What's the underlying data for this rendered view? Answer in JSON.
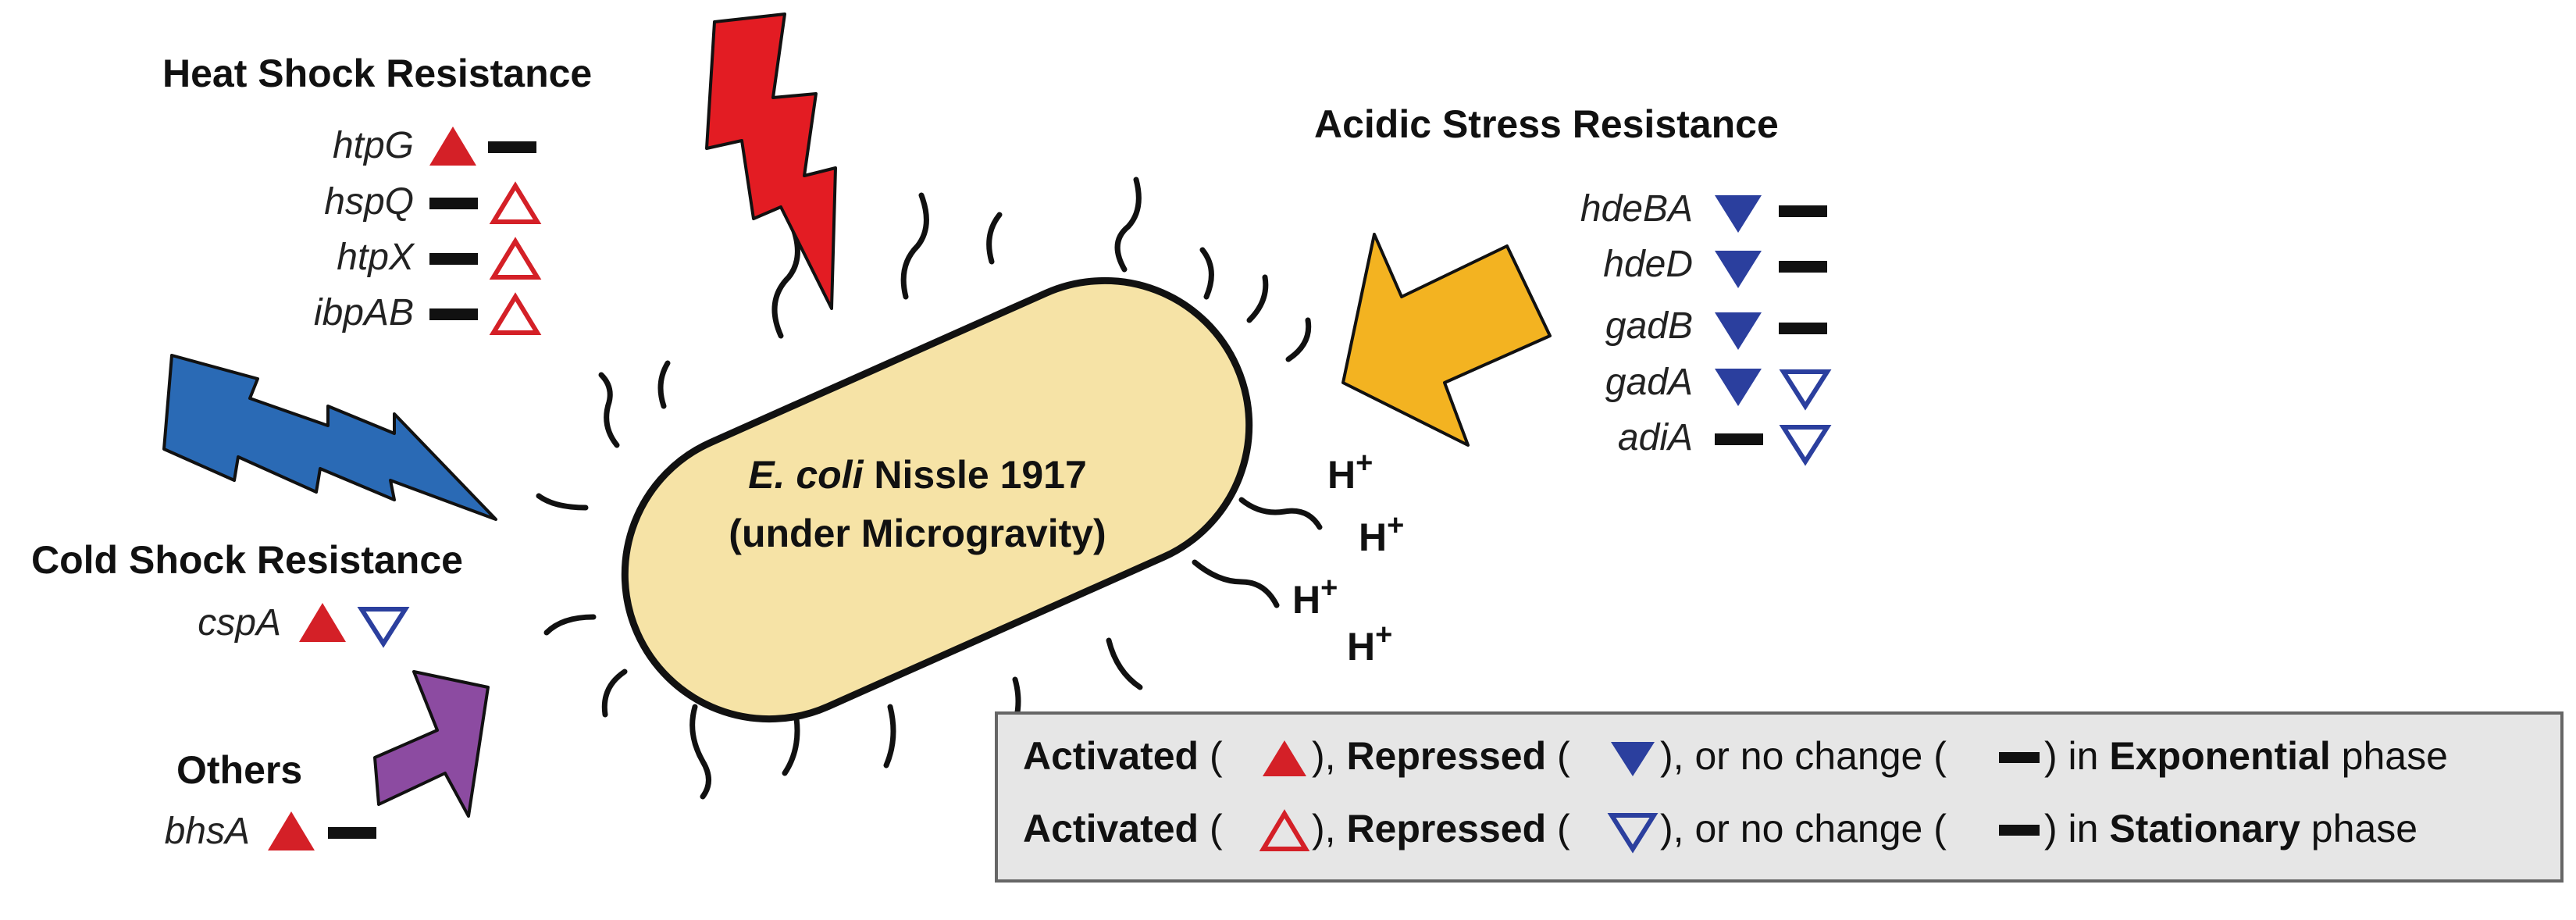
{
  "cell": {
    "line1_italic": "E. coli",
    "line1_rest": " Nissle 1917",
    "line2": "(under Microgravity)"
  },
  "colors": {
    "activated": "#d42027",
    "repressed": "#2b3f9e",
    "heat_bolt": "#e31c23",
    "cold_bolt": "#2a6ab5",
    "acid_arrow": "#f3b321",
    "others_arrow": "#8c4ba1",
    "cell_fill": "#f6e3a6",
    "legend_bg": "#e6e6e6"
  },
  "heat_shock": {
    "title": "Heat Shock Resistance",
    "genes": [
      {
        "name": "htpG",
        "exp": "up",
        "stat": "none"
      },
      {
        "name": "hspQ",
        "exp": "none",
        "stat": "up"
      },
      {
        "name": "htpX",
        "exp": "none",
        "stat": "up"
      },
      {
        "name": "ibpAB",
        "exp": "none",
        "stat": "up"
      }
    ]
  },
  "acidic_stress": {
    "title": "Acidic Stress Resistance",
    "genes": [
      {
        "name": "hdeBA",
        "exp": "down",
        "stat": "none"
      },
      {
        "name": "hdeD",
        "exp": "down",
        "stat": "none"
      },
      {
        "name": "gadB",
        "exp": "down",
        "stat": "none"
      },
      {
        "name": "gadA",
        "exp": "down",
        "stat": "down"
      },
      {
        "name": "adiA",
        "exp": "none",
        "stat": "down"
      }
    ]
  },
  "cold_shock": {
    "title": "Cold Shock Resistance",
    "genes": [
      {
        "name": "cspA",
        "exp": "up",
        "stat": "down"
      }
    ]
  },
  "others": {
    "title": "Others",
    "genes": [
      {
        "name": "bhsA",
        "exp": "up",
        "stat": "none"
      }
    ]
  },
  "protons": {
    "symbol": "H",
    "charge": "+"
  },
  "legend": {
    "activated": "Activated",
    "repressed": "Repressed",
    "no_change": "or no change",
    "in_word": "in",
    "phase_word": "phase",
    "exponential": "Exponential",
    "stationary": "Stationary"
  }
}
